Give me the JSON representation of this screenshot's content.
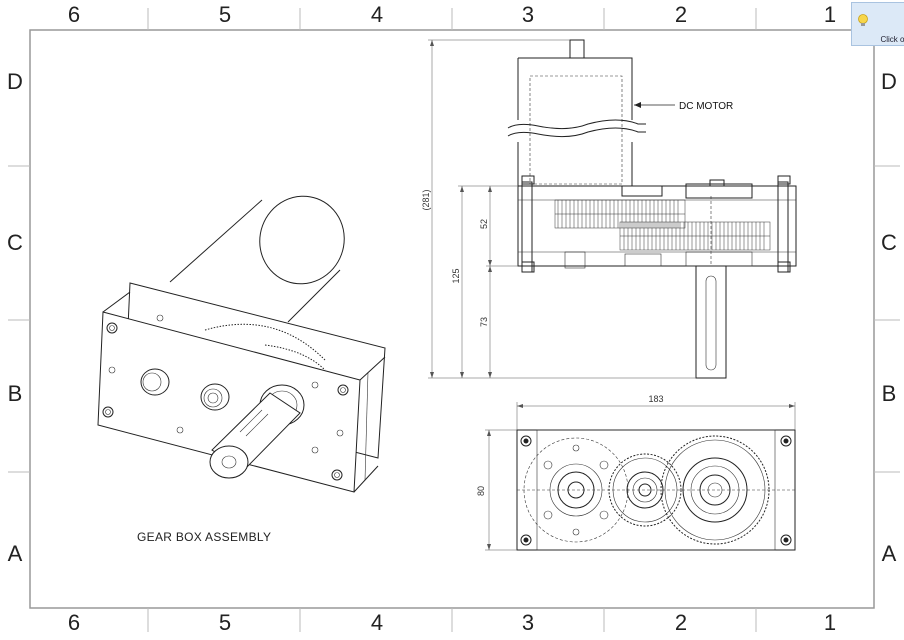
{
  "sheet": {
    "columns": [
      "6",
      "5",
      "4",
      "3",
      "2",
      "1"
    ],
    "rows": [
      "D",
      "C",
      "B",
      "A"
    ]
  },
  "iso_view": {
    "title": "GEAR BOX ASSEMBLY"
  },
  "side_view": {
    "callout": "DC MOTOR",
    "dims": {
      "overall": "(281)",
      "gearbox_height": "52",
      "lower_height": "125",
      "shaft_length": "73"
    }
  },
  "bottom_view": {
    "dims": {
      "width": "183",
      "height": "80"
    }
  },
  "hint_popup": {
    "text": "Click or\nPDF.",
    "icon": "lightbulb-icon"
  }
}
